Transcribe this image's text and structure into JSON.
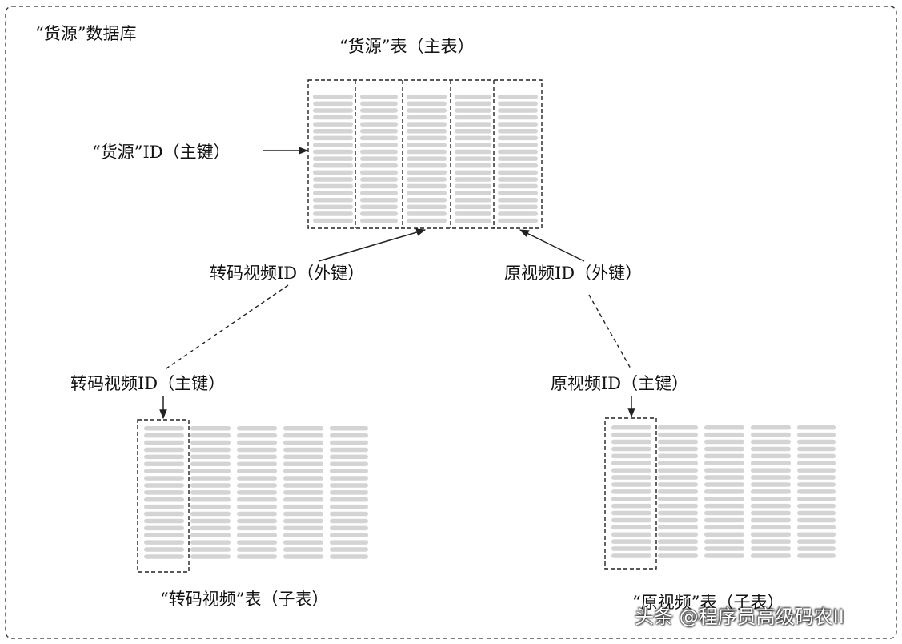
{
  "database_label": "“货源”数据库",
  "main_table": {
    "title": "“货源”表（主表）",
    "pk_label": "“货源”ID（主键）"
  },
  "fk_left_label": "转码视频ID（外键）",
  "fk_right_label": "原视频ID（外键）",
  "child_left": {
    "pk_label": "转码视频ID（主键）",
    "title": "“转码视频”表（子表）"
  },
  "child_right": {
    "pk_label": "原视频ID（主键）",
    "title": "“原视频”表（子表）"
  },
  "watermark": "头条 @程序员高级码农II",
  "colors": {
    "row_bar": "#d4d4d4",
    "line": "#222222",
    "background": "#ffffff"
  },
  "icons": {
    "arrow": "arrowhead-icon"
  }
}
